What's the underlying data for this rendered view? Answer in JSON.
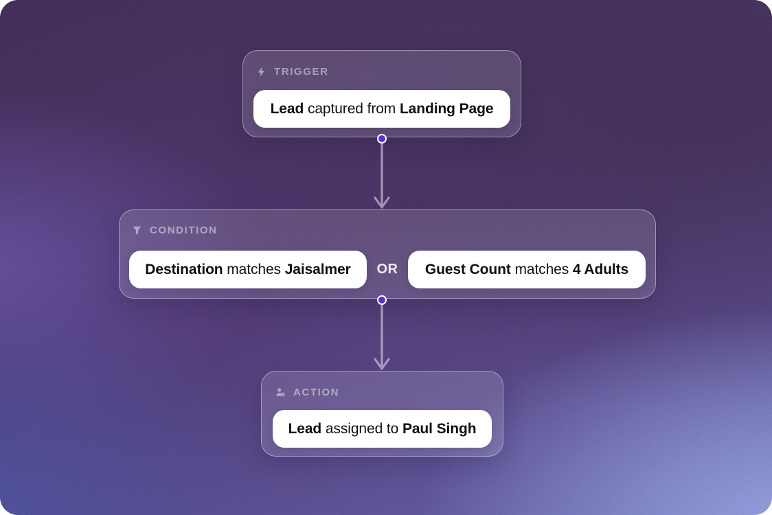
{
  "flow": {
    "trigger": {
      "label": "TRIGGER",
      "icon": "lightning-bolt-icon",
      "statement": {
        "entity": "Lead",
        "verb": " captured from ",
        "value": "Landing Page"
      }
    },
    "condition": {
      "label": "CONDITION",
      "icon": "filter-icon",
      "operator": "OR",
      "clauses": [
        {
          "field": "Destination",
          "verb": " matches ",
          "value": "Jaisalmer"
        },
        {
          "field": "Guest Count",
          "verb": " matches ",
          "value": "4 Adults"
        }
      ]
    },
    "action": {
      "label": "ACTION",
      "icon": "user-assign-icon",
      "statement": {
        "entity": "Lead",
        "verb": " assigned to ",
        "value": "Paul Singh"
      }
    }
  },
  "colors": {
    "connector_dot": "#5b2ed6",
    "connector_line": "rgba(236,233,249,0.55)",
    "card_label": "rgba(255,255,255,0.48)",
    "pill_background": "#ffffff",
    "pill_text": "#0f0f14",
    "card_background": "rgba(255,255,255,0.13)"
  }
}
